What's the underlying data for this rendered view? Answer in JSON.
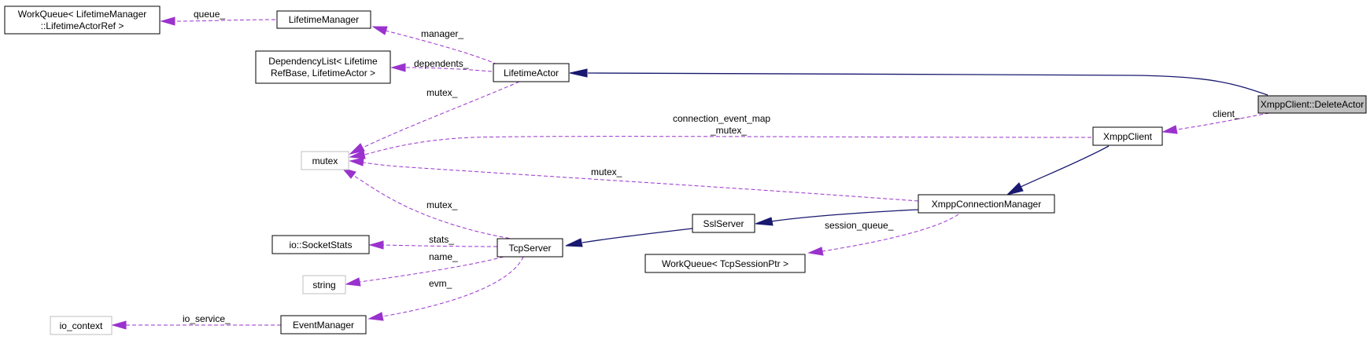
{
  "colors": {
    "node_border": "#000000",
    "external_node_border": "#bfbfbf",
    "focus_node_fill": "#bfbfbf",
    "association_edge": "#9a32cd",
    "inheritance_edge": "#191970"
  },
  "nodes": {
    "workqueue_lifetime": {
      "line1": "WorkQueue< LifetimeManager",
      "line2": "::LifetimeActorRef >"
    },
    "lifetime_manager": {
      "label": "LifetimeManager"
    },
    "dependency_list": {
      "line1": "DependencyList< Lifetime",
      "line2": "RefBase, LifetimeActor >"
    },
    "lifetime_actor": {
      "label": "LifetimeActor"
    },
    "mutex": {
      "label": "mutex"
    },
    "xmpp_client": {
      "label": "XmppClient"
    },
    "delete_actor": {
      "label": "XmppClient::DeleteActor"
    },
    "xmpp_connection_manager": {
      "label": "XmppConnectionManager"
    },
    "ssl_server": {
      "label": "SslServer"
    },
    "socket_stats": {
      "label": "io::SocketStats"
    },
    "tcp_server": {
      "label": "TcpServer"
    },
    "string": {
      "label": "string"
    },
    "workqueue_tcp": {
      "label": "WorkQueue< TcpSessionPtr >"
    },
    "io_context": {
      "label": "io_context"
    },
    "event_manager": {
      "label": "EventManager"
    }
  },
  "edge_labels": {
    "queue": "queue_",
    "manager": "manager_",
    "dependents": "dependents_",
    "mutex_lifetime": "mutex_",
    "connection_event_map_line1": "connection_event_map",
    "connection_event_map_line2": "_mutex_",
    "client": "client_",
    "mutex_manager": "mutex_",
    "mutex_tcp": "mutex_",
    "session_queue": "session_queue_",
    "stats": "stats_",
    "name": "name_",
    "evm": "evm_",
    "io_service": "io_service_"
  }
}
